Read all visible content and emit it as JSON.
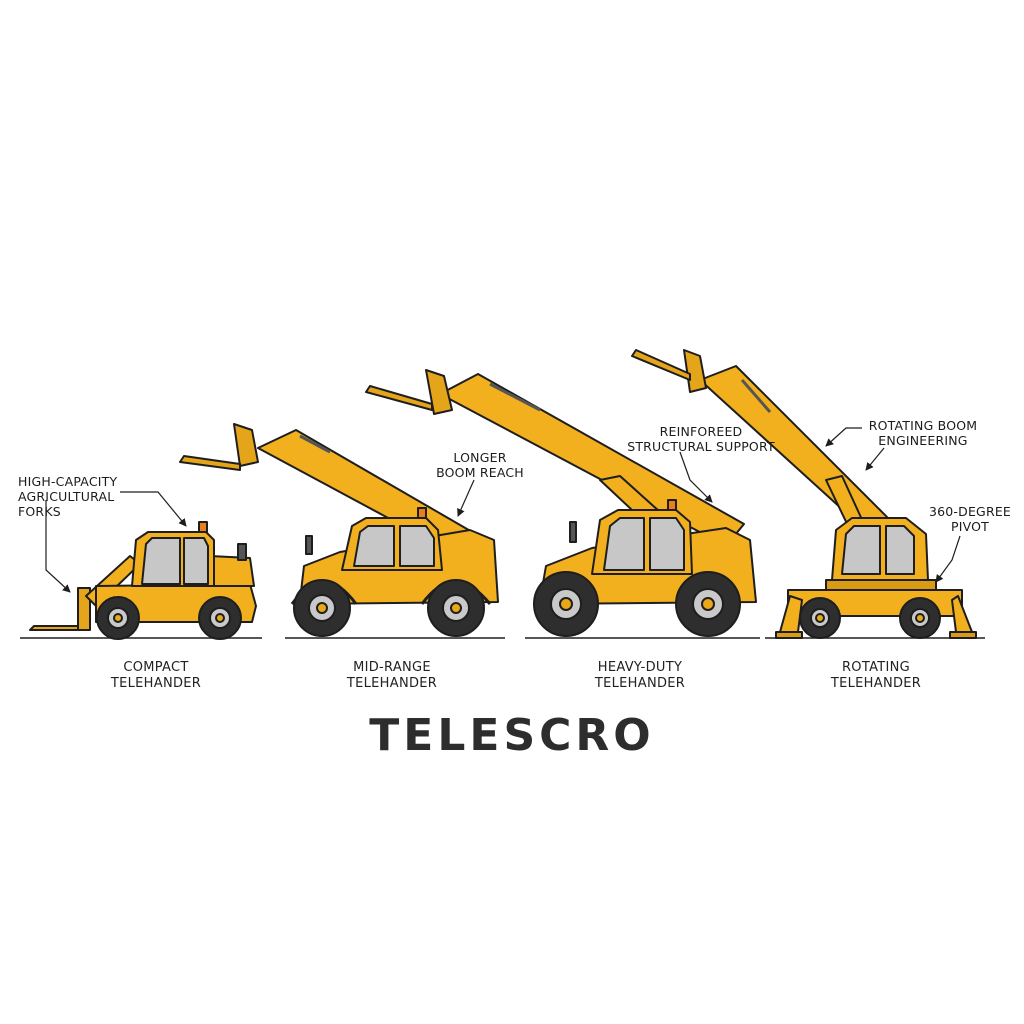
{
  "colors": {
    "body": "#f2b01e",
    "outline": "#1e1e1e",
    "glass": "#c7c7c7",
    "tire": "#2e2e2e",
    "hub": "#e8a817"
  },
  "callouts": {
    "forks": "HIGH-CAPACITY\nAGRICULTURAL\nFORKS",
    "boom_reach": "LONGER\nBOOM REACH",
    "structural": "REINFOREED\nSTRUCTURAL SUPPORT",
    "rotating_boom": "ROTATING BOOM\nENGINEERING",
    "pivot": "360-DEGREE\nPIVOT"
  },
  "machines": [
    {
      "caption": "COMPACT\nTELEHANDER"
    },
    {
      "caption": "MID-RANGE\nTELEHANDER"
    },
    {
      "caption": "HEAVY-DUTY\nTELEHANDER"
    },
    {
      "caption": "ROTATING\nTELEHANDER"
    }
  ],
  "brand": "TELESCRO"
}
